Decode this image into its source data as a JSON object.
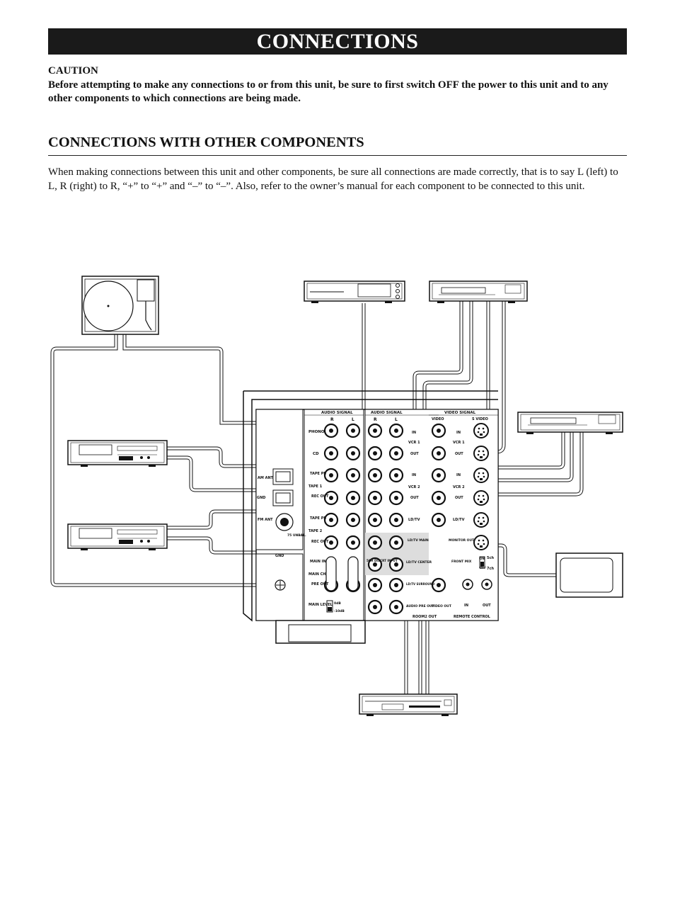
{
  "page": {
    "title": "CONNECTIONS",
    "caution_heading": "CAUTION",
    "caution_text": "Before attempting to make any connections to or from this unit, be sure to first switch OFF the power to this unit and to any other components to which connections are being made.",
    "section_heading": "CONNECTIONS WITH OTHER COMPONENTS",
    "intro_text": "When making connections between this unit and other components, be sure all connections are made correctly, that is to say L (left) to L, R (right) to R, “+” to “+” and “–” to “–”. Also, refer to the owner’s manual for each component to be connected to this unit."
  },
  "panel": {
    "audio_signal_1": "AUDIO SIGNAL",
    "audio_signal_2": "AUDIO SIGNAL",
    "video_signal": "VIDEO SIGNAL",
    "r_mark": "R",
    "l_mark": "L",
    "phono": "PHONO",
    "cd": "CD",
    "tape_pb": "TAPE PB",
    "rec_out": "REC OUT",
    "tape1": "TAPE 1",
    "tape2": "TAPE 2",
    "main_in": "MAIN IN",
    "main_ch": "MAIN CH",
    "pre_out": "PRE OUT",
    "main_level": "MAIN LEVEL",
    "db0": "0dB",
    "db10": "-10dB",
    "am_ant": "AM ANT",
    "gnd": "GND",
    "fm_ant": "FM ANT",
    "unbal": "75 UNBAL.",
    "gnd_bottom": "GND",
    "in": "IN",
    "out": "OUT",
    "vcr1": "VCR 1",
    "vcr2": "VCR 2",
    "ldtv": "LD/TV",
    "ldtv_main": "LD/TV MAIN",
    "ldtv_center": "LD/TV CENTER",
    "ldtv_surround": "LD/TV SURROUND",
    "discrt": "5CH DISCRT INPUT",
    "audio_pre_out": "AUDIO PRE OUT",
    "video_out": "VIDEO OUT",
    "room2_out": "ROOM2 OUT",
    "video": "VIDEO",
    "s_video": "S VIDEO",
    "monitor_out": "MONITOR OUT",
    "front_mix": "FRONT MIX",
    "on": "ON",
    "off": "OFF",
    "ch5": "5ch",
    "ch7": "7ch",
    "remote_control": "REMOTE CONTROL"
  },
  "colors": {
    "bar": "#1a1a1a",
    "cable": "#888888",
    "line": "#111111",
    "shade": "#d0d0d0"
  }
}
